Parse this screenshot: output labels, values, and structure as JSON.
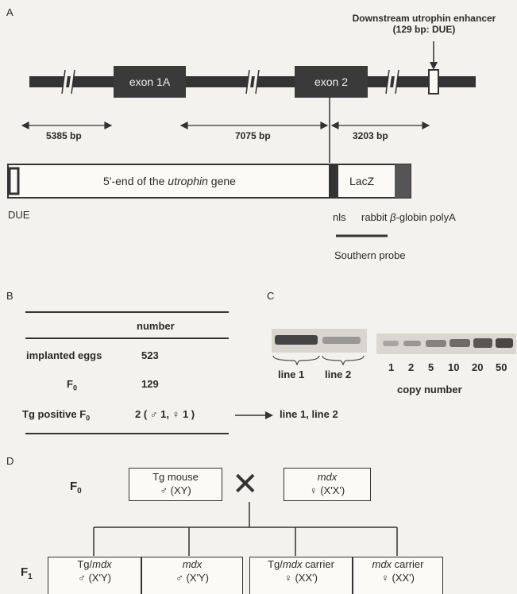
{
  "panel_a": {
    "label": "A",
    "enhancer_label_1": "Downstream utrophin enhancer",
    "enhancer_label_2": "(129 bp: DUE)",
    "exon_1a": "exon 1A",
    "exon_2": "exon 2",
    "dist_1": "5385 bp",
    "dist_2": "7075 bp",
    "dist_3": "3203 bp",
    "construct_pre": "5'-end of the ",
    "construct_italic": "utrophin",
    "construct_post": " gene",
    "lacz": "LacZ",
    "due": "DUE",
    "nls": "nls",
    "polya_pre": "rabbit ",
    "polya_beta": "β",
    "polya_post": "-globin polyA",
    "southern": "Southern probe"
  },
  "panel_b": {
    "label": "B",
    "header": "number",
    "rows": [
      {
        "name": "implanted eggs",
        "value": "523"
      },
      {
        "name": "F",
        "sub": "0",
        "value": "129"
      }
    ],
    "tg_name": "Tg positive F",
    "tg_sub": "0",
    "tg_value": "2 ( ♂ 1, ♀ 1 )",
    "tg_lines": "line 1, line 2"
  },
  "panel_c": {
    "label": "C",
    "line1": "line 1",
    "line2": "line 2",
    "copies": [
      "1",
      "2",
      "5",
      "10",
      "20",
      "50"
    ],
    "copy_label": "copy number"
  },
  "panel_d": {
    "label": "D",
    "f0": "F",
    "f0_sub": "0",
    "f1": "F",
    "f1_sub": "1",
    "parent_tg_1": "Tg mouse",
    "parent_tg_2": "♂ (XY)",
    "parent_mdx_1": "mdx",
    "parent_mdx_2": "♀ (X'X')",
    "cross": "✕",
    "children": [
      {
        "pre": "Tg/",
        "it": "mdx",
        "post": "",
        "geno": "♂ (X'Y)"
      },
      {
        "pre": "",
        "it": "mdx",
        "post": "",
        "geno": "♂ (X'Y)"
      },
      {
        "pre": "Tg/",
        "it": "mdx",
        "post": " carrier",
        "geno": "♀ (XX')"
      },
      {
        "pre": "",
        "it": "mdx",
        "post": " carrier",
        "geno": "♀ (XX')"
      }
    ]
  }
}
